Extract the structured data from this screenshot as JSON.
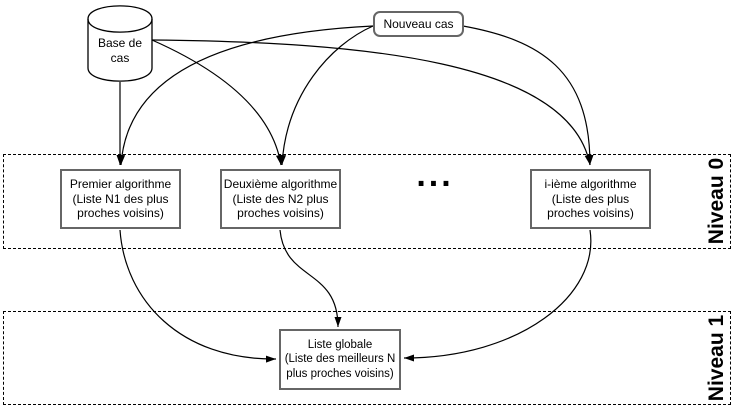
{
  "diagram": {
    "database": {
      "label": "Base de\ncas"
    },
    "new_case": {
      "label": "Nouveau cas"
    },
    "levels": [
      {
        "label": "Niveau 0"
      },
      {
        "label": "Niveau 1"
      }
    ],
    "algorithms": [
      {
        "label": "Premier algorithme\n(Liste N1 des plus\nproches voisins)"
      },
      {
        "label": "Deuxième algorithme\n(Liste des N2 plus\nproches voisins)"
      },
      {
        "label": "i-ième algorithme\n(Liste des plus\nproches voisins)"
      }
    ],
    "ellipsis": "...",
    "global_list": {
      "label": "Liste globale\n(Liste des meilleurs N\nplus proches voisins)"
    },
    "colors": {
      "edge_stroke": "#000000",
      "node_border": "#666666",
      "node_fill": "#ffffff",
      "band_border": "#000000",
      "background": "#ffffff",
      "text": "#000000"
    }
  }
}
